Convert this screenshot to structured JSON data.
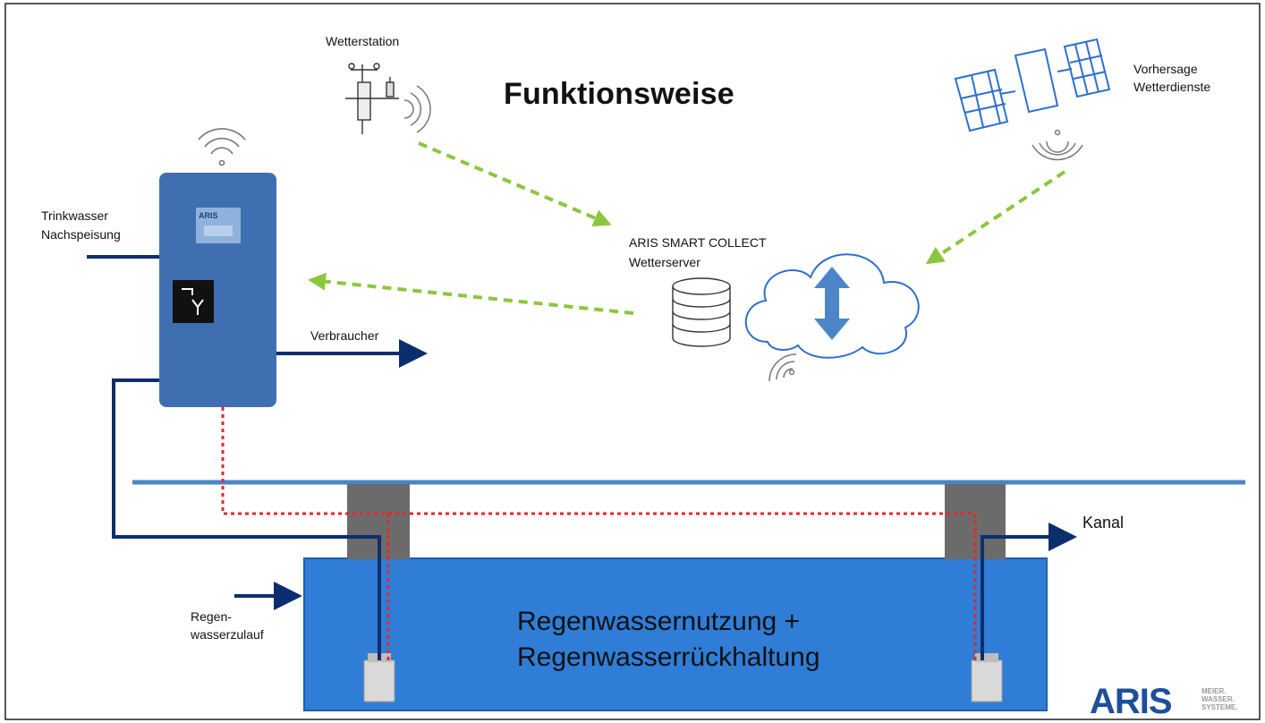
{
  "title": "Funktionsweise",
  "weather_station": {
    "label": "Wetterstation"
  },
  "forecast": {
    "line1": "Vorhersage",
    "line2": "Wetterdienste"
  },
  "server": {
    "line1": "ARIS SMART COLLECT",
    "line2": "Wetterserver"
  },
  "inputs": {
    "drinking_water_line1": "Trinkwasser",
    "drinking_water_line2": "Nachspeisung",
    "consumer": "Verbraucher",
    "rain_inflow_line1": "Regen-",
    "rain_inflow_line2": "wasserzulauf",
    "sewer": "Kanal"
  },
  "control_unit": {
    "brand": "ARIS"
  },
  "tank": {
    "line1": "Regenwassernutzung +",
    "line2": "Regenwasserrückhaltung"
  },
  "logo": {
    "brand": "ARIS",
    "tagline1": "MEIER.",
    "tagline2": "WASSER.",
    "tagline3": "SYSTEME."
  },
  "colors": {
    "pipe": "#0d2e6e",
    "tank": "#2f7dd6",
    "control_unit": "#3f6fb0",
    "signal_green": "#8cc63f",
    "control_red": "#e8262a",
    "ground_line": "#4a86c8"
  }
}
